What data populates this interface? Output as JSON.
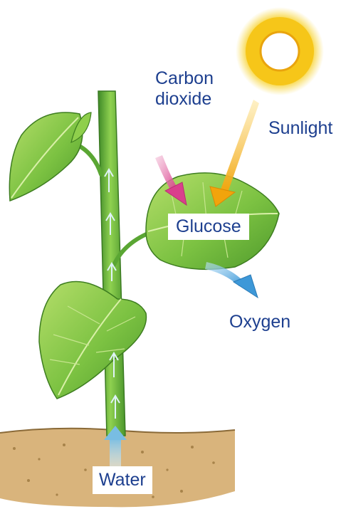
{
  "labels": {
    "carbon_dioxide_line1": "Carbon",
    "carbon_dioxide_line2": "dioxide",
    "sunlight": "Sunlight",
    "glucose": "Glucose",
    "oxygen": "Oxygen",
    "water": "Water"
  },
  "colors": {
    "label_text": "#1d3f8f",
    "leaf": "#7cc242",
    "stem": "#6cb83c",
    "sun": "#f5c71a",
    "sunlight_arrow": "#f2a40c",
    "carbon_dioxide_arrow": "#d9529a",
    "oxygen_arrow": "#4aa6e0",
    "water_arrow": "#8fcbe8",
    "soil": "#d8b27a"
  }
}
